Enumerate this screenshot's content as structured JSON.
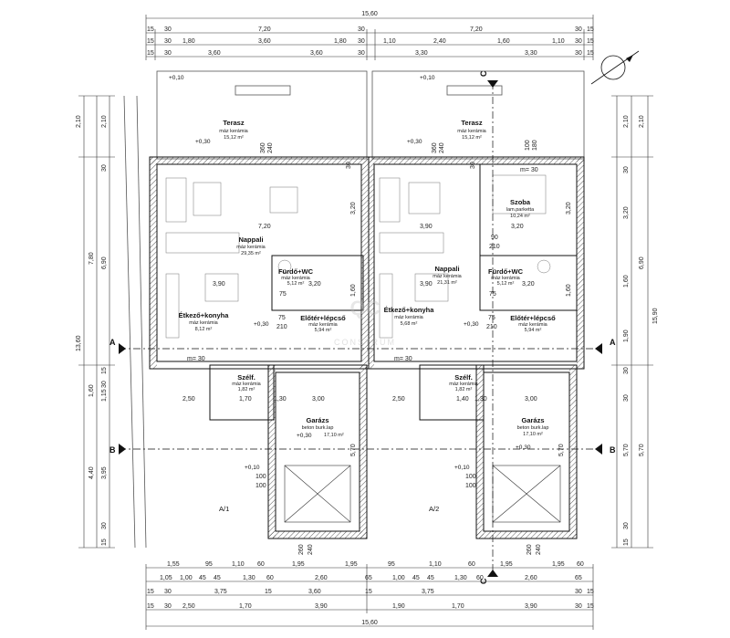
{
  "plan": {
    "top_total": "15,60",
    "bottom_total": "15,60",
    "top_row2": [
      "15",
      "30",
      "7,20",
      "30",
      "7,20",
      "30",
      "15"
    ],
    "top_row3": [
      "15",
      "30",
      "1,80",
      "3,60",
      "1,80",
      "30",
      "1,10",
      "2,40",
      "1,60",
      "1,10",
      "30",
      "15"
    ],
    "top_row4": [
      "15",
      "30",
      "3,60",
      "3,60",
      "30",
      "3,30",
      "3,30",
      "30",
      "15"
    ],
    "bottom_row1": [
      "1,55",
      "95",
      "1,10",
      "60",
      "1,95",
      "1,95",
      "95",
      "1,10",
      "60",
      "1,95",
      "1,95",
      "60"
    ],
    "bottom_row2": [
      "1,05",
      "1,00",
      "45",
      "45",
      "1,30",
      "60",
      "2,60",
      "65",
      "1,00",
      "45",
      "45",
      "1,30",
      "60",
      "2,60",
      "65"
    ],
    "bottom_row3": [
      "15",
      "30",
      "3,75",
      "15",
      "3,60",
      "15",
      "3,75",
      "30",
      "15"
    ],
    "bottom_row4": [
      "15",
      "30",
      "2,50",
      "1,70",
      "3,90",
      "1,90",
      "1,70",
      "3,90",
      "30",
      "15"
    ],
    "left_outer": [
      "2,10",
      "7,80",
      "13,60",
      "1,60",
      "4,40"
    ],
    "left_inner": [
      "2,10",
      "30",
      "6,90",
      "15",
      "30",
      "1,15",
      "3,95",
      "30",
      "15"
    ],
    "right_outer": [
      "2,10",
      "6,90",
      "15,90",
      "5,70"
    ],
    "right_inner": [
      "2,10",
      "30",
      "3,20",
      "1,60",
      "1,90",
      "30",
      "30",
      "5,70",
      "30",
      "15"
    ],
    "sections": {
      "a": "A",
      "b": "B",
      "c": "C"
    },
    "units": {
      "left": "A/1",
      "right": "A/2"
    },
    "levels": {
      "terrace": "+0,10",
      "floor": "+0,30",
      "garage": "+0,30",
      "entry": "+0,10"
    },
    "rooms": {
      "terasz_l": {
        "name": "Terasz",
        "material": "máz kerámia",
        "area": "15,12 m²"
      },
      "terasz_r": {
        "name": "Terasz",
        "material": "máz kerámia",
        "area": "15,12 m²"
      },
      "nappali_l": {
        "name": "Nappali",
        "material": "máz kerámia",
        "area": "29,35 m²"
      },
      "nappali_r": {
        "name": "Nappali",
        "material": "máz kerámia",
        "area": "21,31 m²"
      },
      "szoba": {
        "name": "Szoba",
        "material": "lam.parketta",
        "area": "10,24 m²"
      },
      "furdo_l": {
        "name": "Fürdő+WC",
        "material": "máz kerámia",
        "area": "5,12 m²"
      },
      "furdo_r": {
        "name": "Fürdő+WC",
        "material": "máz kerámia",
        "area": "5,12 m²"
      },
      "eloter_l": {
        "name": "Előtér+lépcső",
        "material": "máz kerámia",
        "area": "5,94 m²"
      },
      "eloter_r": {
        "name": "Előtér+lépcső",
        "material": "máz kerámia",
        "area": "5,94 m²"
      },
      "etkezo_l": {
        "name": "Étkező+konyha",
        "material": "máz kerámia",
        "area": "8,12 m²"
      },
      "etkezo_r": {
        "name": "Étkező+konyha",
        "material": "máz kerámia",
        "area": "5,68 m²"
      },
      "szelf_l": {
        "name": "Szélf.",
        "material": "máz kerámia",
        "area": "1,82 m²"
      },
      "szelf_r": {
        "name": "Szélf.",
        "material": "máz kerámia",
        "area": "1,82 m²"
      },
      "garazs_l": {
        "name": "Garázs",
        "material": "beton burk.lap",
        "area": "17,10 m²"
      },
      "garazs_r": {
        "name": "Garázs",
        "material": "beton burk.lap",
        "area": "17,10 m²"
      }
    },
    "inner_dims": {
      "w720": "7,20",
      "w390": "3,90",
      "w320": "3,20",
      "w300": "3,00",
      "w250": "2,50",
      "w170": "1,70",
      "w140": "1,40",
      "w130": "1,30",
      "h320": "3,20",
      "h160": "1,60",
      "h570": "5,70",
      "d360": "360",
      "d240": "240",
      "d210": "210",
      "d90": "90",
      "d100": "100",
      "d75": "75",
      "d30": "30",
      "m30": "m= 30",
      "d260": "260",
      "d180": "180"
    },
    "watermark": {
      "logo": "QC",
      "text": "CONSTRUM"
    }
  }
}
